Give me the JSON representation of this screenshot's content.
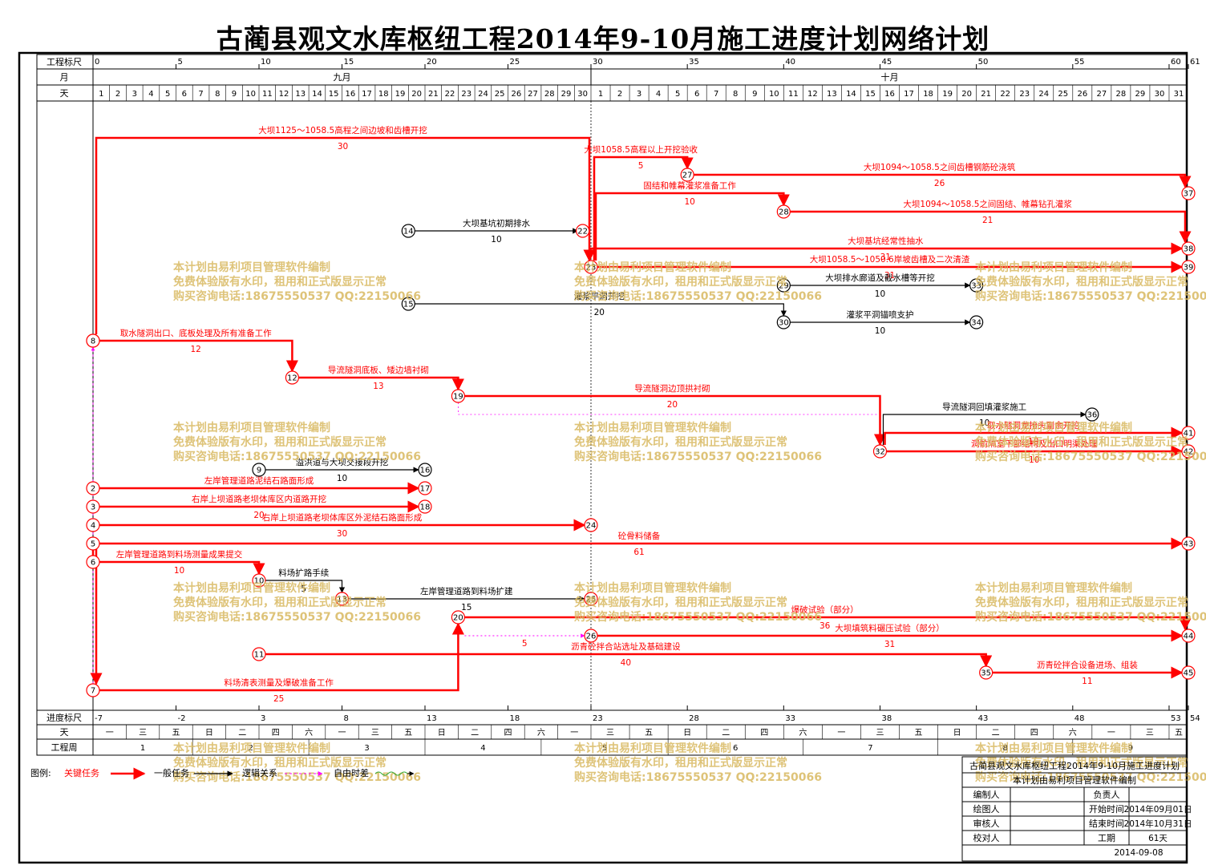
{
  "title": "古蔺县观文水库枢纽工程2014年9-10月施工进度计划网络计划",
  "header": {
    "scale_label": "工程标尺",
    "month_label": "月",
    "day_label": "天",
    "scale_ticks": [
      "0",
      "5",
      "10",
      "15",
      "20",
      "25",
      "30",
      "35",
      "40",
      "45",
      "50",
      "55",
      "60",
      "61"
    ],
    "months": [
      "九月",
      "十月"
    ]
  },
  "footer": {
    "progress_label": "进度标尺",
    "day_label": "天",
    "week_label": "工程周",
    "progress_ticks": [
      "-7",
      "-2",
      "3",
      "8",
      "13",
      "18",
      "23",
      "28",
      "33",
      "38",
      "43",
      "48",
      "53",
      "54"
    ],
    "weekday_cells": [
      "一",
      "三",
      "五",
      "日",
      "二",
      "四",
      "六",
      "一",
      "三",
      "五",
      "日",
      "二",
      "四",
      "六",
      "一",
      "三",
      "五",
      "日",
      "二",
      "四",
      "六",
      "一",
      "三",
      "五",
      "日",
      "二",
      "四",
      "六",
      "一",
      "三",
      "五"
    ],
    "weeks": [
      "1",
      "2",
      "3",
      "4",
      "5",
      "6",
      "7",
      "8",
      "9"
    ]
  },
  "watermark": [
    "本计划由易利项目管理软件编制",
    "免费体验版有水印，租用和正式版显示正常",
    "购买咨询电话:18675550537 QQ:22150066"
  ],
  "legend": {
    "label": "图例:",
    "critical": "关键任务",
    "normal": "一般任务",
    "logic": "逻辑关系",
    "float": "自由时差"
  },
  "info_box": {
    "title": "古蔺县观文水库枢纽工程2014年9-10月施工进度计划",
    "subtitle": "本计划由易利项目管理软件编制",
    "rows": [
      {
        "k1": "编制人",
        "v1": "",
        "k2": "负责人",
        "v2": ""
      },
      {
        "k1": "绘图人",
        "v1": "",
        "k2": "开始时间",
        "v2": "2014年09月01日"
      },
      {
        "k1": "审核人",
        "v1": "",
        "k2": "结束时间",
        "v2": "2014年10月31日"
      },
      {
        "k1": "校对人",
        "v1": "",
        "k2": "工期",
        "v2": "61天"
      }
    ],
    "date": "2014-09-08"
  },
  "colors": {
    "critical": "#ff0000",
    "normal": "#000000",
    "float": "#ff00ff"
  },
  "tasks": [
    {
      "from": "1",
      "to": "23",
      "name": "大坝1125～1058.5高程之间边坡和齿槽开挖",
      "dur": "30",
      "crit": true
    },
    {
      "from": "23",
      "to": "27",
      "name": "大坝1058.5高程以上开挖验收",
      "dur": "5",
      "crit": true
    },
    {
      "from": "27",
      "to": "37",
      "name": "大坝1094～1058.5之间齿槽钢筋砼浇筑",
      "dur": "26",
      "crit": true
    },
    {
      "from": "23",
      "to": "28",
      "name": "固结和帷幕灌浆准备工作",
      "dur": "10",
      "crit": true
    },
    {
      "from": "28",
      "to": "38",
      "name": "大坝1094～1058.5之间固结、帷幕钻孔灌浆",
      "dur": "21",
      "crit": true
    },
    {
      "from": "14",
      "to": "22",
      "name": "大坝基坑初期排水",
      "dur": "10",
      "crit": false
    },
    {
      "from": "22",
      "to": "38",
      "name": "大坝基坑经常性抽水",
      "dur": "31",
      "crit": true
    },
    {
      "from": "23",
      "to": "39",
      "name": "大坝1058.5～1050.6岸坡齿槽及二次清渣",
      "dur": "31",
      "crit": true
    },
    {
      "from": "29",
      "to": "33",
      "name": "大坝排水廊道及截水槽等开挖",
      "dur": "10",
      "crit": false
    },
    {
      "from": "15",
      "to": "30",
      "name": "灌浆平洞开挖",
      "dur": "20",
      "crit": false
    },
    {
      "from": "30",
      "to": "34",
      "name": "灌浆平洞锚喷支护",
      "dur": "10",
      "crit": false
    },
    {
      "from": "8",
      "to": "12",
      "name": "取水隧洞出口、底板处理及所有准备工作",
      "dur": "12",
      "crit": true
    },
    {
      "from": "12",
      "to": "19",
      "name": "导流隧洞底板、矮边墙衬砌",
      "dur": "13",
      "crit": true
    },
    {
      "from": "19",
      "to": "32",
      "name": "导流隧洞边顶拱衬砌",
      "dur": "20",
      "crit": true
    },
    {
      "from": "32",
      "to": "36",
      "name": "导流隧洞回填灌浆施工",
      "dur": "10",
      "crit": false
    },
    {
      "from": "32",
      "to": "41",
      "name": "取水隧洞龙抬头副余开挖",
      "dur": "10",
      "crit": true
    },
    {
      "from": "32",
      "to": "42",
      "name": "洞前隔室下部结构及出口明渠处理",
      "dur": "10",
      "crit": true
    },
    {
      "from": "9",
      "to": "16",
      "name": "溢洪道与大坝交接段开挖",
      "dur": "10",
      "crit": false
    },
    {
      "from": "2",
      "to": "17",
      "name": "左岸管理道路泥结石路面形成",
      "dur": "",
      "crit": true
    },
    {
      "from": "3",
      "to": "18",
      "name": "右岸上坝道路老坝体库区内道路开挖",
      "dur": "20",
      "crit": true
    },
    {
      "from": "4",
      "to": "24",
      "name": "右岸上坝道路老坝体库区外泥结石路面形成",
      "dur": "30",
      "crit": true
    },
    {
      "from": "5",
      "to": "43",
      "name": "砼骨料储备",
      "dur": "61",
      "crit": true
    },
    {
      "from": "6",
      "to": "10",
      "name": "左岸管理道路到料场测量成果提交",
      "dur": "10",
      "crit": true
    },
    {
      "from": "10",
      "to": "13",
      "name": "料场扩路手续",
      "dur": "5",
      "crit": false
    },
    {
      "from": "13",
      "to": "25",
      "name": "左岸管理道路到料场扩建",
      "dur": "15",
      "crit": false
    },
    {
      "from": "20",
      "to": "44",
      "name": "爆破试验（部分）",
      "dur": "36",
      "crit": true
    },
    {
      "from": "26",
      "to": "44",
      "name": "大坝填筑料碾压试验（部分）",
      "dur": "31",
      "crit": true
    },
    {
      "from": "11",
      "to": "35",
      "name": "沥青砼拌合站选址及基础建设",
      "dur": "40",
      "crit": true
    },
    {
      "from": "35",
      "to": "45",
      "name": "沥青砼拌合设备进场、组装",
      "dur": "11",
      "crit": true
    },
    {
      "from": "7",
      "to": "20",
      "name": "料场清表测量及爆破准备工作",
      "dur": "25",
      "crit": true
    }
  ]
}
